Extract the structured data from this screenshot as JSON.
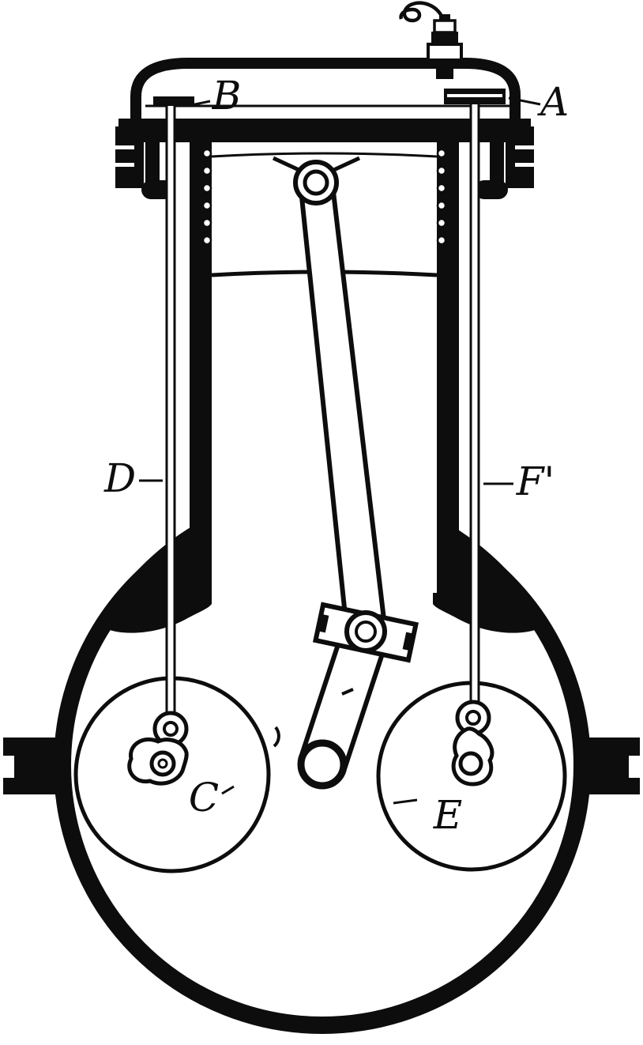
{
  "figure": {
    "type": "technical-engraving",
    "subject": "vertical single-cylinder engine cross-section",
    "labels": {
      "head_left": "B",
      "head_right": "A",
      "pushrod_left": "D",
      "pushrod_right": "F'",
      "cam_left": "C",
      "cam_right": "E"
    },
    "colors": {
      "ink": "#0d0d0d",
      "paper": "#ffffff"
    }
  }
}
